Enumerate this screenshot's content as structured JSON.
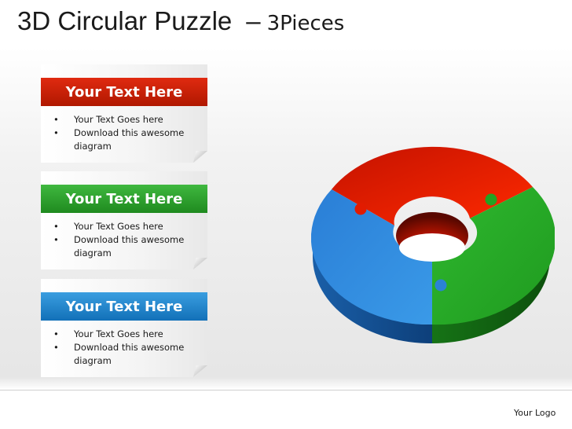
{
  "title": {
    "main": "3D Circular Puzzle",
    "dash": "–",
    "sub": "3Pieces"
  },
  "cards": [
    {
      "heading": "Your Text Here",
      "color": "#d42a0c",
      "bullets": [
        "Your Text Goes here",
        "Download this awesome diagram"
      ]
    },
    {
      "heading": "Your Text Here",
      "color": "#2e9e2e",
      "bullets": [
        "Your Text Goes here",
        "Download this awesome diagram"
      ]
    },
    {
      "heading": "Your Text Here",
      "color": "#1f86cf",
      "bullets": [
        "Your Text Goes here",
        "Download this awesome diagram"
      ]
    }
  ],
  "puzzle": {
    "pieces": [
      {
        "color": "#e21b00"
      },
      {
        "color": "#22a322"
      },
      {
        "color": "#2b82d6"
      }
    ]
  },
  "footer": {
    "logo": "Your Logo"
  }
}
